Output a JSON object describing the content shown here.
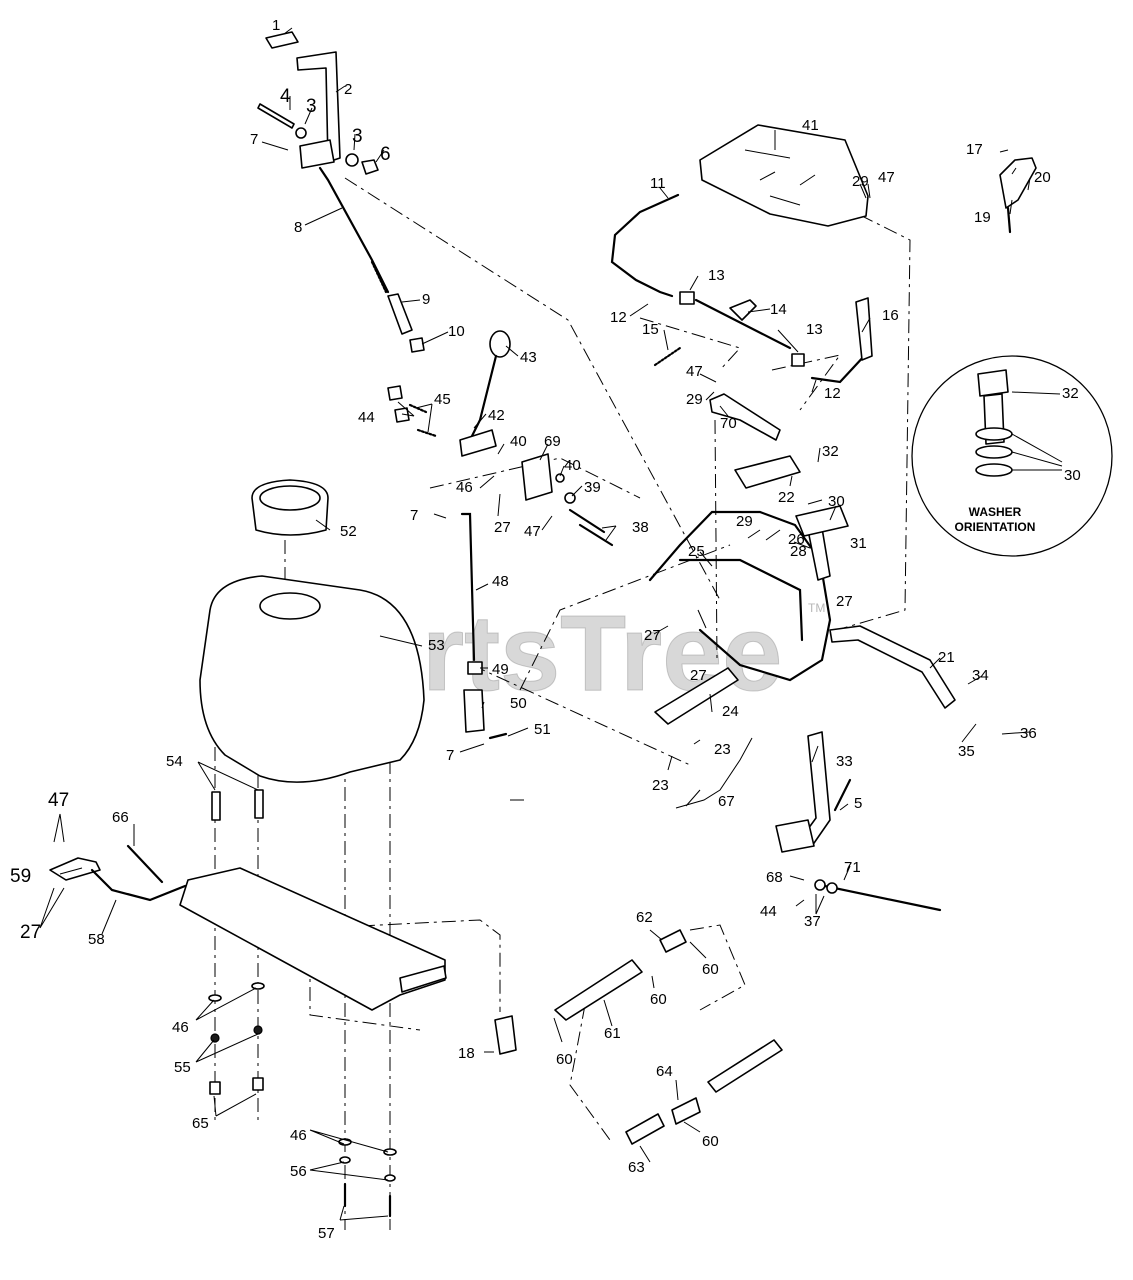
{
  "watermark": {
    "text": "PartsTree",
    "trademark": "TM"
  },
  "washer_detail": {
    "title_line1": "WASHER",
    "title_line2": "ORIENTATION"
  },
  "callouts": {
    "c1": "1",
    "c2": "2",
    "c3a": "3",
    "c3b": "3",
    "c4": "4",
    "c5": "5",
    "c6": "6",
    "c7a": "7",
    "c7b": "7",
    "c7c": "7",
    "c8": "8",
    "c9": "9",
    "c10": "10",
    "c11": "11",
    "c12a": "12",
    "c12b": "12",
    "c13a": "13",
    "c13b": "13",
    "c14": "14",
    "c15": "15",
    "c16": "16",
    "c17": "17",
    "c18": "18",
    "c19": "19",
    "c20": "20",
    "c21": "21",
    "c22": "22",
    "c23a": "23",
    "c23b": "23",
    "c24": "24",
    "c25": "25",
    "c26": "26",
    "c27a": "27",
    "c27b": "27",
    "c27c": "27",
    "c27d": "27",
    "c27e": "27",
    "c28": "28",
    "c29a": "29",
    "c29b": "29",
    "c29c": "29",
    "c30a": "30",
    "c30b": "30",
    "c31": "31",
    "c32a": "32",
    "c32b": "32",
    "c33": "33",
    "c34": "34",
    "c35": "35",
    "c36": "36",
    "c37": "37",
    "c38": "38",
    "c39": "39",
    "c40a": "40",
    "c40b": "40",
    "c41": "41",
    "c42": "42",
    "c43": "43",
    "c44a": "44",
    "c44b": "44",
    "c45": "45",
    "c46a": "46",
    "c46b": "46",
    "c46c": "46",
    "c47a": "47",
    "c47b": "47",
    "c47c": "47",
    "c47d": "47",
    "c48": "48",
    "c49": "49",
    "c50": "50",
    "c51": "51",
    "c52": "52",
    "c53": "53",
    "c54": "54",
    "c55": "55",
    "c56": "56",
    "c57": "57",
    "c58": "58",
    "c59": "59",
    "c60a": "60",
    "c60b": "60",
    "c60c": "60",
    "c60d": "60",
    "c61": "61",
    "c62": "62",
    "c63": "63",
    "c64": "64",
    "c65": "65",
    "c66": "66",
    "c67": "67",
    "c68": "68",
    "c69": "69",
    "c70": "70",
    "c71": "71"
  }
}
